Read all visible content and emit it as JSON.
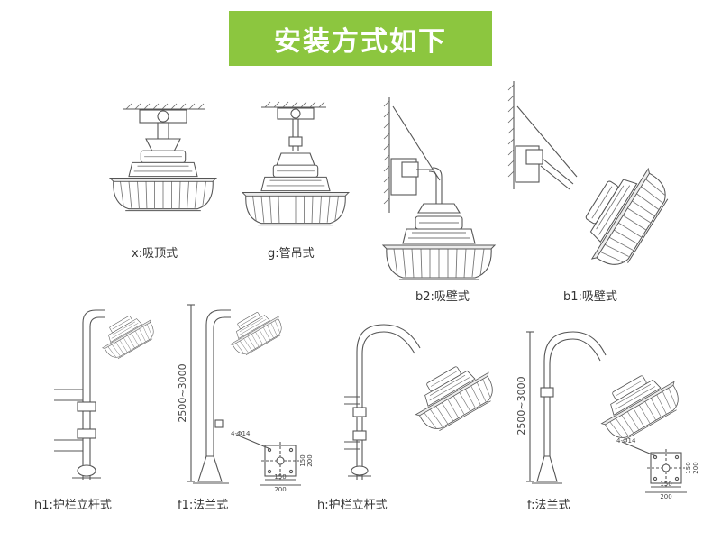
{
  "title": "安装方式如下",
  "colors": {
    "banner": "#8cc63f",
    "banner_text": "#ffffff",
    "line": "#555555"
  },
  "mounts": [
    {
      "id": "x",
      "caption": "x:吸顶式"
    },
    {
      "id": "g",
      "caption": "g:管吊式"
    },
    {
      "id": "b2",
      "caption": "b2:吸壁式"
    },
    {
      "id": "b1",
      "caption": "b1:吸壁式"
    },
    {
      "id": "h1",
      "caption": "h1:护栏立杆式"
    },
    {
      "id": "f1",
      "caption": "f1:法兰式"
    },
    {
      "id": "h",
      "caption": "h:护栏立杆式"
    },
    {
      "id": "f",
      "caption": "f:法兰式"
    }
  ],
  "dimensions": {
    "pole_height": "2500~3000",
    "bolt_spec": "4-Φ14",
    "flange_inner": "150",
    "flange_outer": "200"
  }
}
